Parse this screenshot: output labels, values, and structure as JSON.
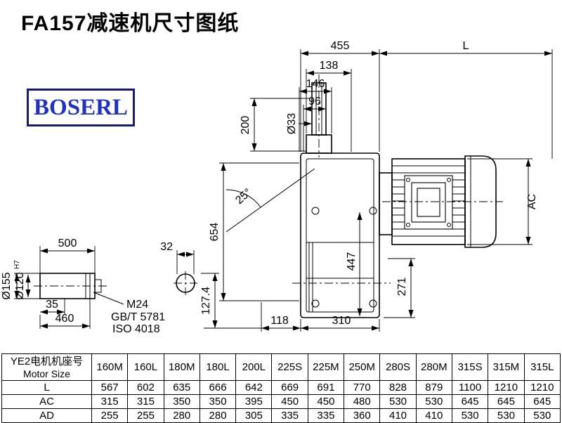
{
  "page": {
    "title": "FA157减速机尺寸图纸",
    "logo": "BOSERL"
  },
  "dims": {
    "width_455": "455",
    "motor_len": "L",
    "d138": "138",
    "d146": "146",
    "d96": "96",
    "dia33": "Ø33",
    "d200": "200",
    "d654": "654",
    "angle25": "25°",
    "d447": "447",
    "ac": "AC",
    "d271": "271",
    "d118": "118",
    "d310": "310",
    "d500": "500",
    "d35": "35",
    "d460": "460",
    "dia155": "Ø155",
    "dia120": "Ø120",
    "tol_h7": "H7",
    "thread": "M24",
    "std_gb": "GB/T 5781",
    "std_iso": "ISO 4018",
    "d32": "32",
    "d127": "127.4"
  },
  "table": {
    "header_cn": "YE2电机机座号",
    "header_en": "Motor Size",
    "sizes": [
      "160M",
      "160L",
      "180M",
      "180L",
      "200L",
      "225S",
      "225M",
      "250M",
      "280S",
      "280M",
      "315S",
      "315M",
      "315L"
    ],
    "rows": [
      {
        "label": "L",
        "values": [
          "567",
          "602",
          "635",
          "666",
          "642",
          "669",
          "691",
          "770",
          "828",
          "879",
          "1100",
          "1210",
          "1210"
        ]
      },
      {
        "label": "AC",
        "values": [
          "315",
          "315",
          "350",
          "350",
          "395",
          "450",
          "450",
          "480",
          "530",
          "530",
          "645",
          "645",
          "645"
        ]
      },
      {
        "label": "AD",
        "values": [
          "255",
          "255",
          "280",
          "280",
          "305",
          "335",
          "335",
          "360",
          "410",
          "410",
          "530",
          "530",
          "530"
        ]
      }
    ]
  }
}
